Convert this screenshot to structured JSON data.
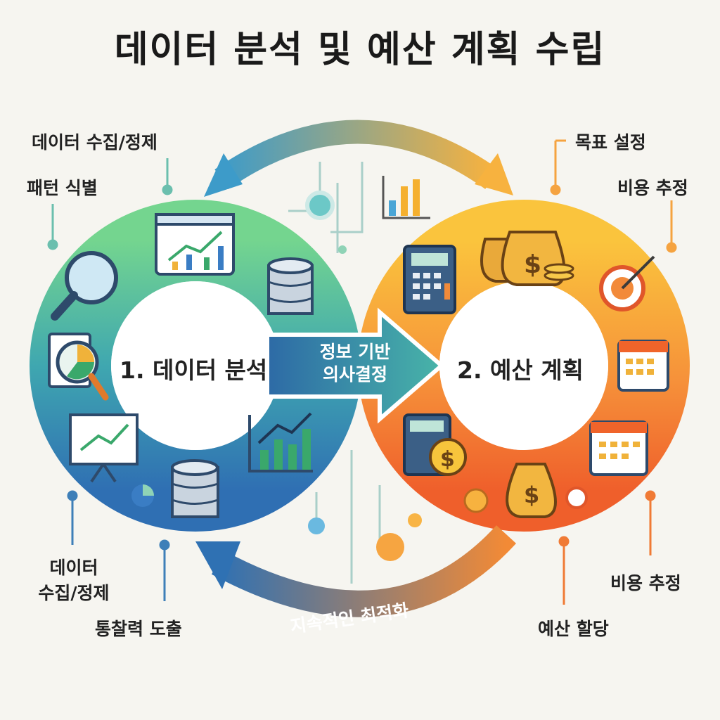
{
  "title": "데이터 분석 및 예산 계획 수립",
  "left_cycle": {
    "label": "1. 데이터 분석",
    "color_start": "#6fd08c",
    "color_end": "#2f72b4"
  },
  "right_cycle": {
    "label": "2. 예산 계획",
    "color_start": "#f9c23c",
    "color_end": "#f0642a"
  },
  "center_arrow": {
    "line1": "정보 기반",
    "line2": "의사결정"
  },
  "bottom_arrow_label": "지속적인 최적화",
  "left_labels": {
    "top1": "데이터 수집/정제",
    "top2": "패턴 식별",
    "bottom1_line1": "데이터",
    "bottom1_line2": "수집/정제",
    "bottom2": "통찰력 도출"
  },
  "right_labels": {
    "top1": "목표 설정",
    "top2": "비용 추정",
    "bottom1": "비용 추정",
    "bottom2": "예산 할당"
  },
  "icons": {
    "left": [
      "line-chart-window-icon",
      "database-icon",
      "magnifier-icon",
      "pie-report-icon",
      "presentation-chart-icon",
      "bar-chart-icon",
      "pie-icon"
    ],
    "right": [
      "money-bags-icon",
      "calculator-icon",
      "target-icon",
      "calendar-icon",
      "coin-icon"
    ]
  }
}
